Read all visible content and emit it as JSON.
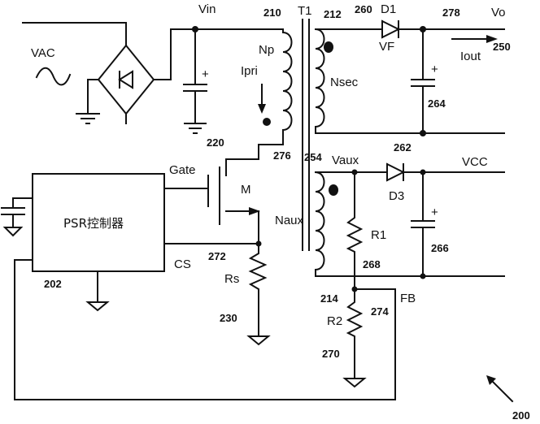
{
  "labels": {
    "vin": "Vin",
    "vac": "VAC",
    "t1": "T1",
    "np": "Np",
    "ipri": "Ipri",
    "nsec": "Nsec",
    "d1": "D1",
    "vf": "VF",
    "vo": "Vo",
    "iout": "Iout",
    "gate": "Gate",
    "m": "M",
    "controller": "PSR控制器",
    "cs": "CS",
    "rs": "Rs",
    "vaux": "Vaux",
    "naux": "Naux",
    "d3": "D3",
    "vcc": "VCC",
    "r1": "R1",
    "r2": "R2",
    "fb": "FB",
    "plus": "+"
  },
  "refs": {
    "r210": "210",
    "r212": "212",
    "r260": "260",
    "r278": "278",
    "r250": "250",
    "r264": "264",
    "r220": "220",
    "r276": "276",
    "r254": "254",
    "r262": "262",
    "r266": "266",
    "r268": "268",
    "r272": "272",
    "r202": "202",
    "r230": "230",
    "r214": "214",
    "r274": "274",
    "r270": "270",
    "r200": "200"
  }
}
